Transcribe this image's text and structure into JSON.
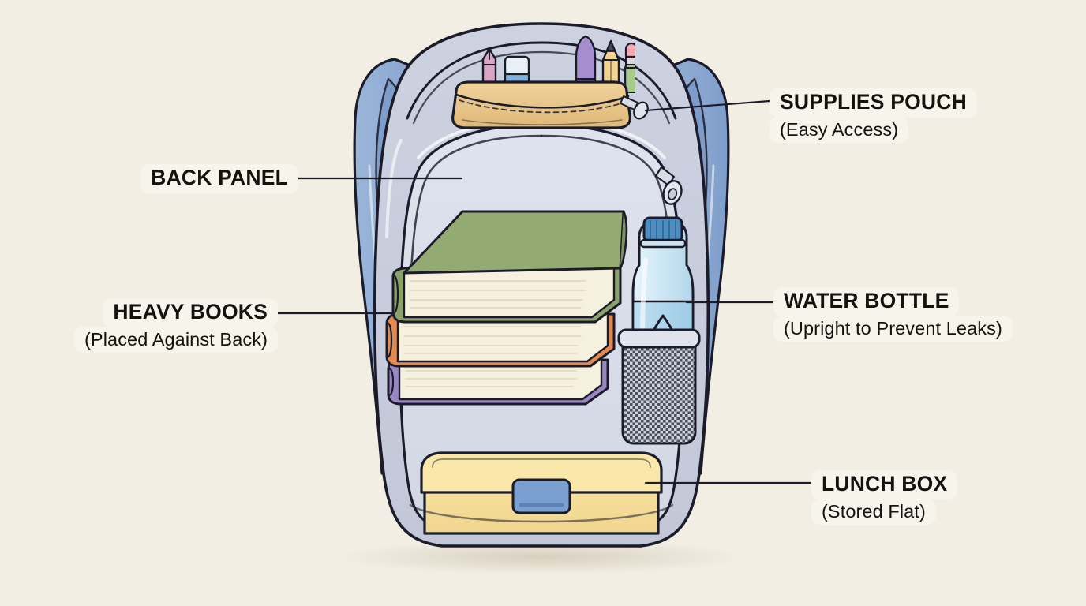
{
  "illustration": {
    "subject": "open school backpack cross-section showing how to pack it",
    "background_color": "#f2eee4",
    "line_color": "#1b1b2a",
    "palette": {
      "strap_blue": "#8ba8d0",
      "strap_blue_dark": "#6f8dbb",
      "strap_blue_shadow": "#7c9bc9",
      "body_grey": "#c9cedd",
      "interior": "#d6dae5",
      "interior_light": "#dfe3ec",
      "pouch_tan": "#ecca8d",
      "pouch_tan_dark": "#d9b274",
      "book_green": "#8ba36a",
      "book_orange": "#e08a52",
      "book_purple": "#9b86c4",
      "page_cream": "#f6f1df",
      "bottle_blue": "#bcdcee",
      "bottle_cap": "#4f8cc0",
      "lunchbox_yellow": "#f6dd98",
      "lunchbox_latch": "#7ba0cf",
      "label_bg": "#f7f4ec",
      "text": "#14120f"
    }
  },
  "callouts": [
    {
      "id": "supplies-pouch",
      "title": "SUPPLIES POUCH",
      "subtitle": "(Easy Access)",
      "side": "right"
    },
    {
      "id": "back-panel",
      "title": "BACK PANEL",
      "subtitle": "",
      "side": "left"
    },
    {
      "id": "heavy-books",
      "title": "HEAVY BOOKS",
      "subtitle": "(Placed Against Back)",
      "side": "left"
    },
    {
      "id": "water-bottle",
      "title": "WATER BOTTLE",
      "subtitle": "(Upright to Prevent Leaks)",
      "side": "right"
    },
    {
      "id": "lunch-box",
      "title": "LUNCH BOX",
      "subtitle": "(Stored Flat)",
      "side": "right"
    }
  ],
  "objects": {
    "pouch_contents": [
      "pink-mechanical-pencil",
      "blue-eraser",
      "purple-pen",
      "yellow-pencil",
      "green-pencil-with-eraser"
    ],
    "books": [
      "green-book",
      "orange-book",
      "purple-book"
    ],
    "bottle_label_icon": "water-droplet",
    "side_pocket": "mesh-pocket",
    "lunchbox_latch": "blue-clasp",
    "zipper_pull": "oval-zipper-pull"
  }
}
